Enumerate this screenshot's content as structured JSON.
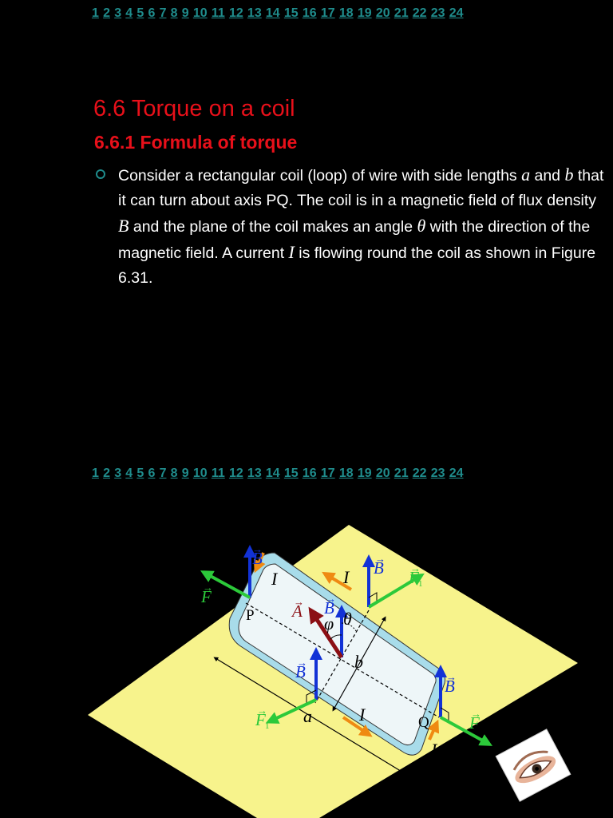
{
  "nav": {
    "pages": [
      "1",
      "2",
      "3",
      "4",
      "5",
      "6",
      "7",
      "8",
      "9",
      "10",
      "11",
      "12",
      "13",
      "14",
      "15",
      "16",
      "17",
      "18",
      "19",
      "20",
      "21",
      "22",
      "23",
      "24"
    ]
  },
  "slide": {
    "title": "6.6 Torque on a coil",
    "subtitle": "6.6.1   Formula of torque",
    "paragraph": {
      "part1": "Consider a rectangular coil (loop) of wire with side lengths ",
      "sym_a": "a",
      "part2": " and ",
      "sym_b": "b",
      "part3": " that it can turn about axis PQ. The coil is in a magnetic field of flux density ",
      "sym_B": "B",
      "part4": " and the plane of the coil makes an angle ",
      "sym_theta": "θ",
      "part5": " with the direction of the magnetic field. A current ",
      "sym_I": "I",
      "part6": " is flowing round the coil as shown in Figure 6.31."
    }
  },
  "figure": {
    "labels": {
      "B": "B",
      "F": "F",
      "F1": "F",
      "sub1": "1",
      "I": "I",
      "P": "P",
      "Q": "Q",
      "A": "A",
      "phi": "φ",
      "theta": "θ",
      "a": "a",
      "b": "b",
      "arrow": "→"
    },
    "colors": {
      "plane": "#f7f38c",
      "coil_fill": "#eef6f8",
      "coil_border": "#a8dcea",
      "field": "#1232d6",
      "force": "#2cc93a",
      "area_vector": "#8b0f14",
      "current": "#ef8a12"
    }
  }
}
